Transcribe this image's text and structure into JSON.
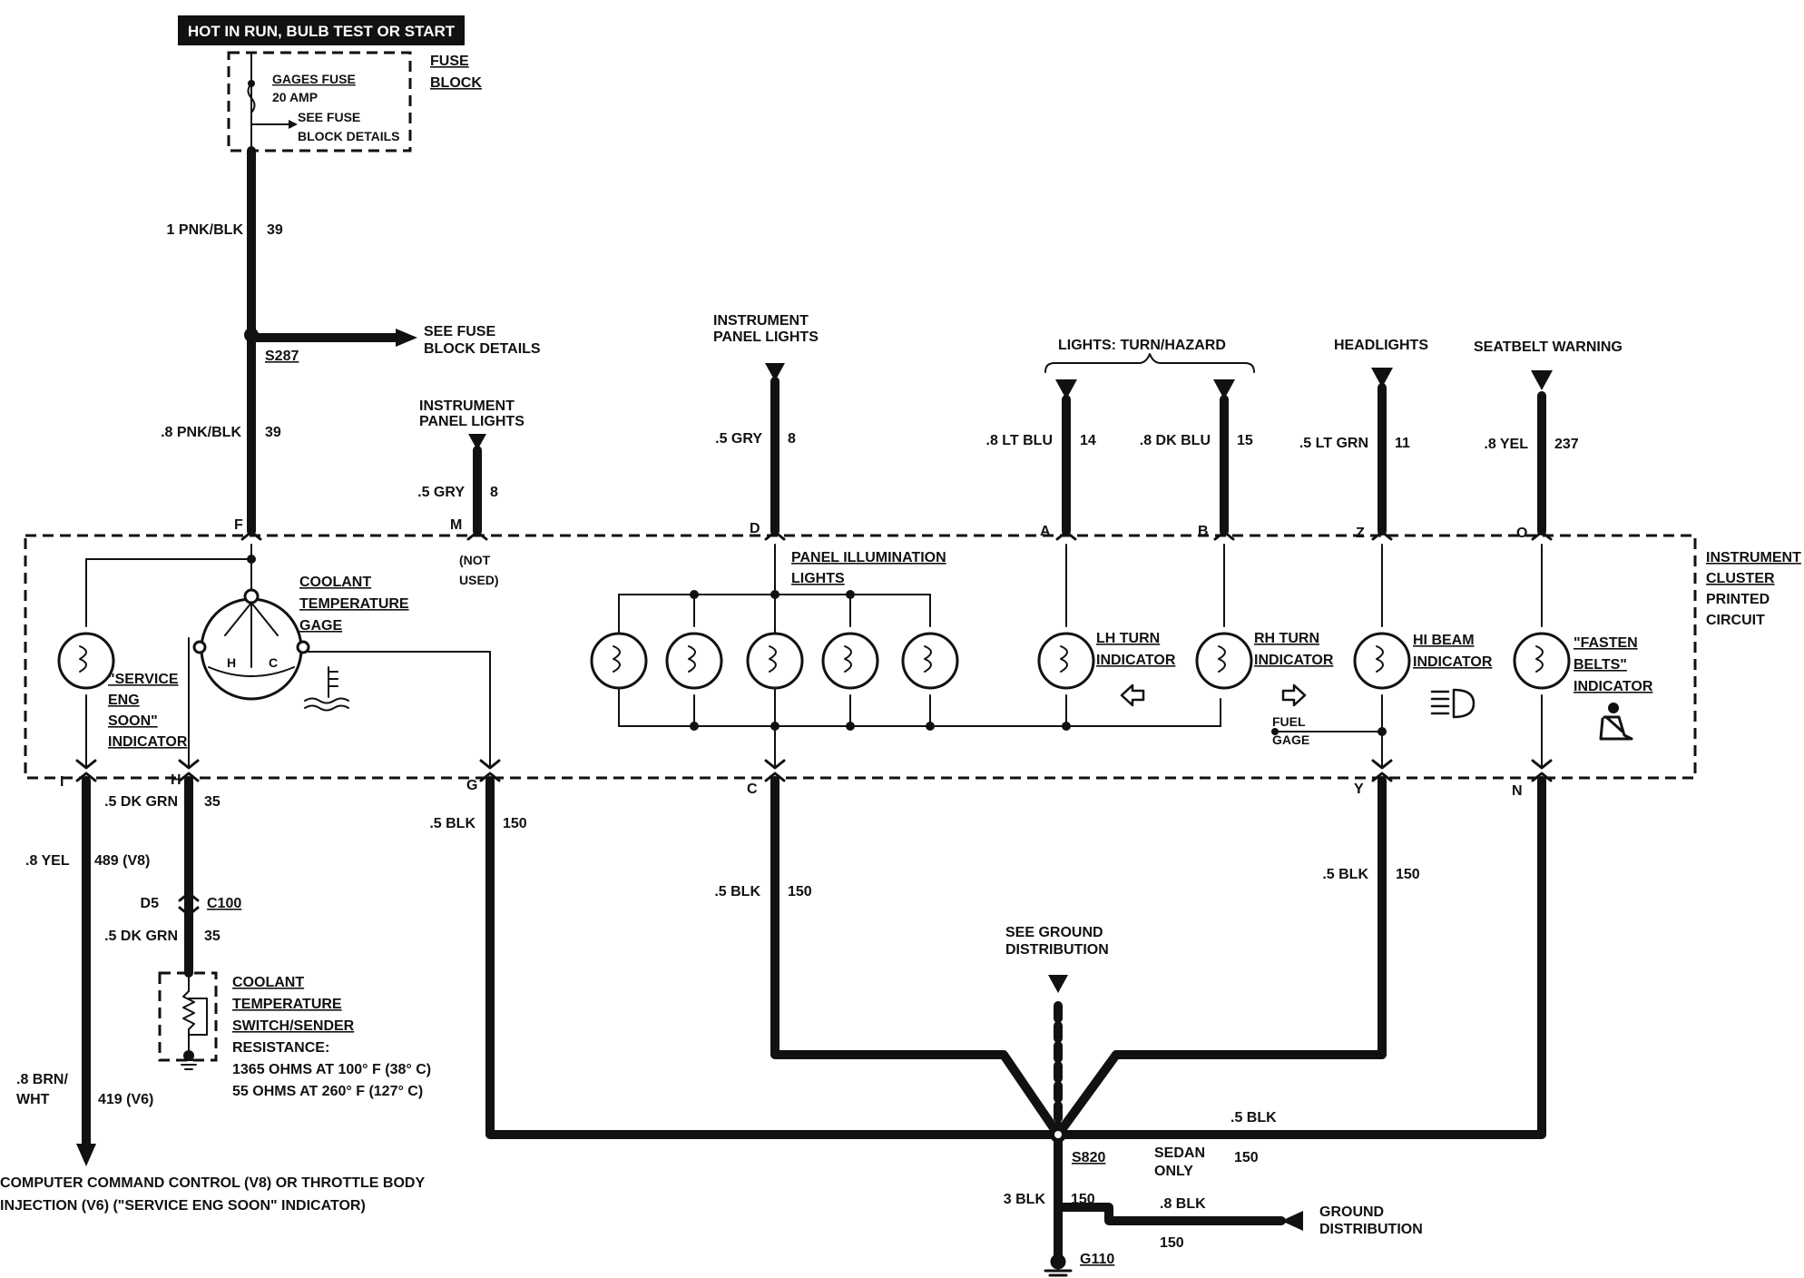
{
  "header": {
    "supply": "HOT IN RUN, BULB TEST OR START",
    "fuse_name": "GAGES FUSE",
    "fuse_rating": "20 AMP",
    "see_fuse_1": "SEE FUSE",
    "see_fuse_2": "BLOCK DETAILS",
    "fuse_block_1": "FUSE",
    "fuse_block_2": "BLOCK"
  },
  "wires": {
    "pnk_blk_1": "1 PNK/BLK",
    "pnk_blk_1_num": "39",
    "pnk_blk_8": ".8 PNK/BLK",
    "pnk_blk_8_num": "39",
    "splice_s287": "S287",
    "see_fuse_block_1": "SEE FUSE",
    "see_fuse_block_2": "BLOCK DETAILS",
    "ipl_left_1": "INSTRUMENT",
    "ipl_left_2": "PANEL LIGHTS",
    "gry_left": ".5 GRY",
    "gry_left_num": "8",
    "ipl_center_1": "INSTRUMENT",
    "ipl_center_2": "PANEL LIGHTS",
    "gry_center": ".5 GRY",
    "gry_center_num": "8",
    "turn_hazard": "LIGHTS: TURN/HAZARD",
    "lt_blu": ".8 LT BLU",
    "lt_blu_num": "14",
    "dk_blu": ".8 DK BLU",
    "dk_blu_num": "15",
    "headlights": "HEADLIGHTS",
    "lt_grn": ".5 LT GRN",
    "lt_grn_num": "11",
    "seatbelt_warning": "SEATBELT WARNING",
    "yel_237": ".8 YEL",
    "yel_237_num": "237"
  },
  "connectors": {
    "F": "F",
    "M": "M",
    "D": "D",
    "A": "A",
    "B": "B",
    "Z": "Z",
    "O": "O",
    "I": "I",
    "H": "H",
    "G": "G",
    "C": "C",
    "Y": "Y",
    "N": "N",
    "not_used_1": "(NOT",
    "not_used_2": "USED)"
  },
  "cluster": {
    "label_1": "INSTRUMENT",
    "label_2": "CLUSTER",
    "label_3": "PRINTED",
    "label_4": "CIRCUIT",
    "coolant_gage_1": "COOLANT",
    "coolant_gage_2": "TEMPERATURE",
    "coolant_gage_3": "GAGE",
    "gage_h": "H",
    "gage_c": "C",
    "ses_1": "\"SERVICE",
    "ses_2": "ENG",
    "ses_3": "SOON\"",
    "ses_4": "INDICATOR",
    "panel_illum_1": "PANEL ILLUMINATION",
    "panel_illum_2": "LIGHTS",
    "lh_turn_1": "LH TURN",
    "lh_turn_2": "INDICATOR",
    "rh_turn_1": "RH TURN",
    "rh_turn_2": "INDICATOR",
    "hi_beam_1": "HI BEAM",
    "hi_beam_2": "INDICATOR",
    "fasten_1": "\"FASTEN",
    "fasten_2": "BELTS\"",
    "fasten_3": "INDICATOR",
    "fuel_gage_1": "FUEL",
    "fuel_gage_2": "GAGE"
  },
  "lower": {
    "dk_grn_1": ".5 DK GRN",
    "dk_grn_1_num": "35",
    "yel_489": ".8 YEL",
    "yel_489_num": "489 (V8)",
    "d5": "D5",
    "c100": "C100",
    "dk_grn_2": ".5 DK GRN",
    "dk_grn_2_num": "35",
    "sender_1": "COOLANT",
    "sender_2": "TEMPERATURE",
    "sender_3": "SWITCH/SENDER",
    "sender_4": "RESISTANCE:",
    "sender_5": "1365 OHMS AT 100° F (38° C)",
    "sender_6": "55 OHMS AT 260° F (127° C)",
    "brn_wht_1": ".8 BRN/",
    "brn_wht_2": "WHT",
    "brn_wht_num": "419 (V6)",
    "ccc_1": "COMPUTER COMMAND CONTROL (V8) OR THROTTLE BODY",
    "ccc_2": "INJECTION (V6) (\"SERVICE ENG SOON\" INDICATOR)",
    "blk_g": ".5 BLK",
    "blk_g_num": "150",
    "blk_c": ".5 BLK",
    "blk_c_num": "150",
    "blk_y": ".5 BLK",
    "blk_y_num": "150",
    "see_ground_1": "SEE GROUND",
    "see_ground_2": "DISTRIBUTION",
    "blk_n": ".5 BLK",
    "splice_s820": "S820",
    "sedan_1": "SEDAN",
    "sedan_2": "ONLY",
    "sedan_num": "150",
    "blk_3": "3 BLK",
    "blk_3_num": "150",
    "blk_8": ".8 BLK",
    "blk_8_num": "150",
    "ground_dist_1": "GROUND",
    "ground_dist_2": "DISTRIBUTION",
    "g110": "G110"
  }
}
